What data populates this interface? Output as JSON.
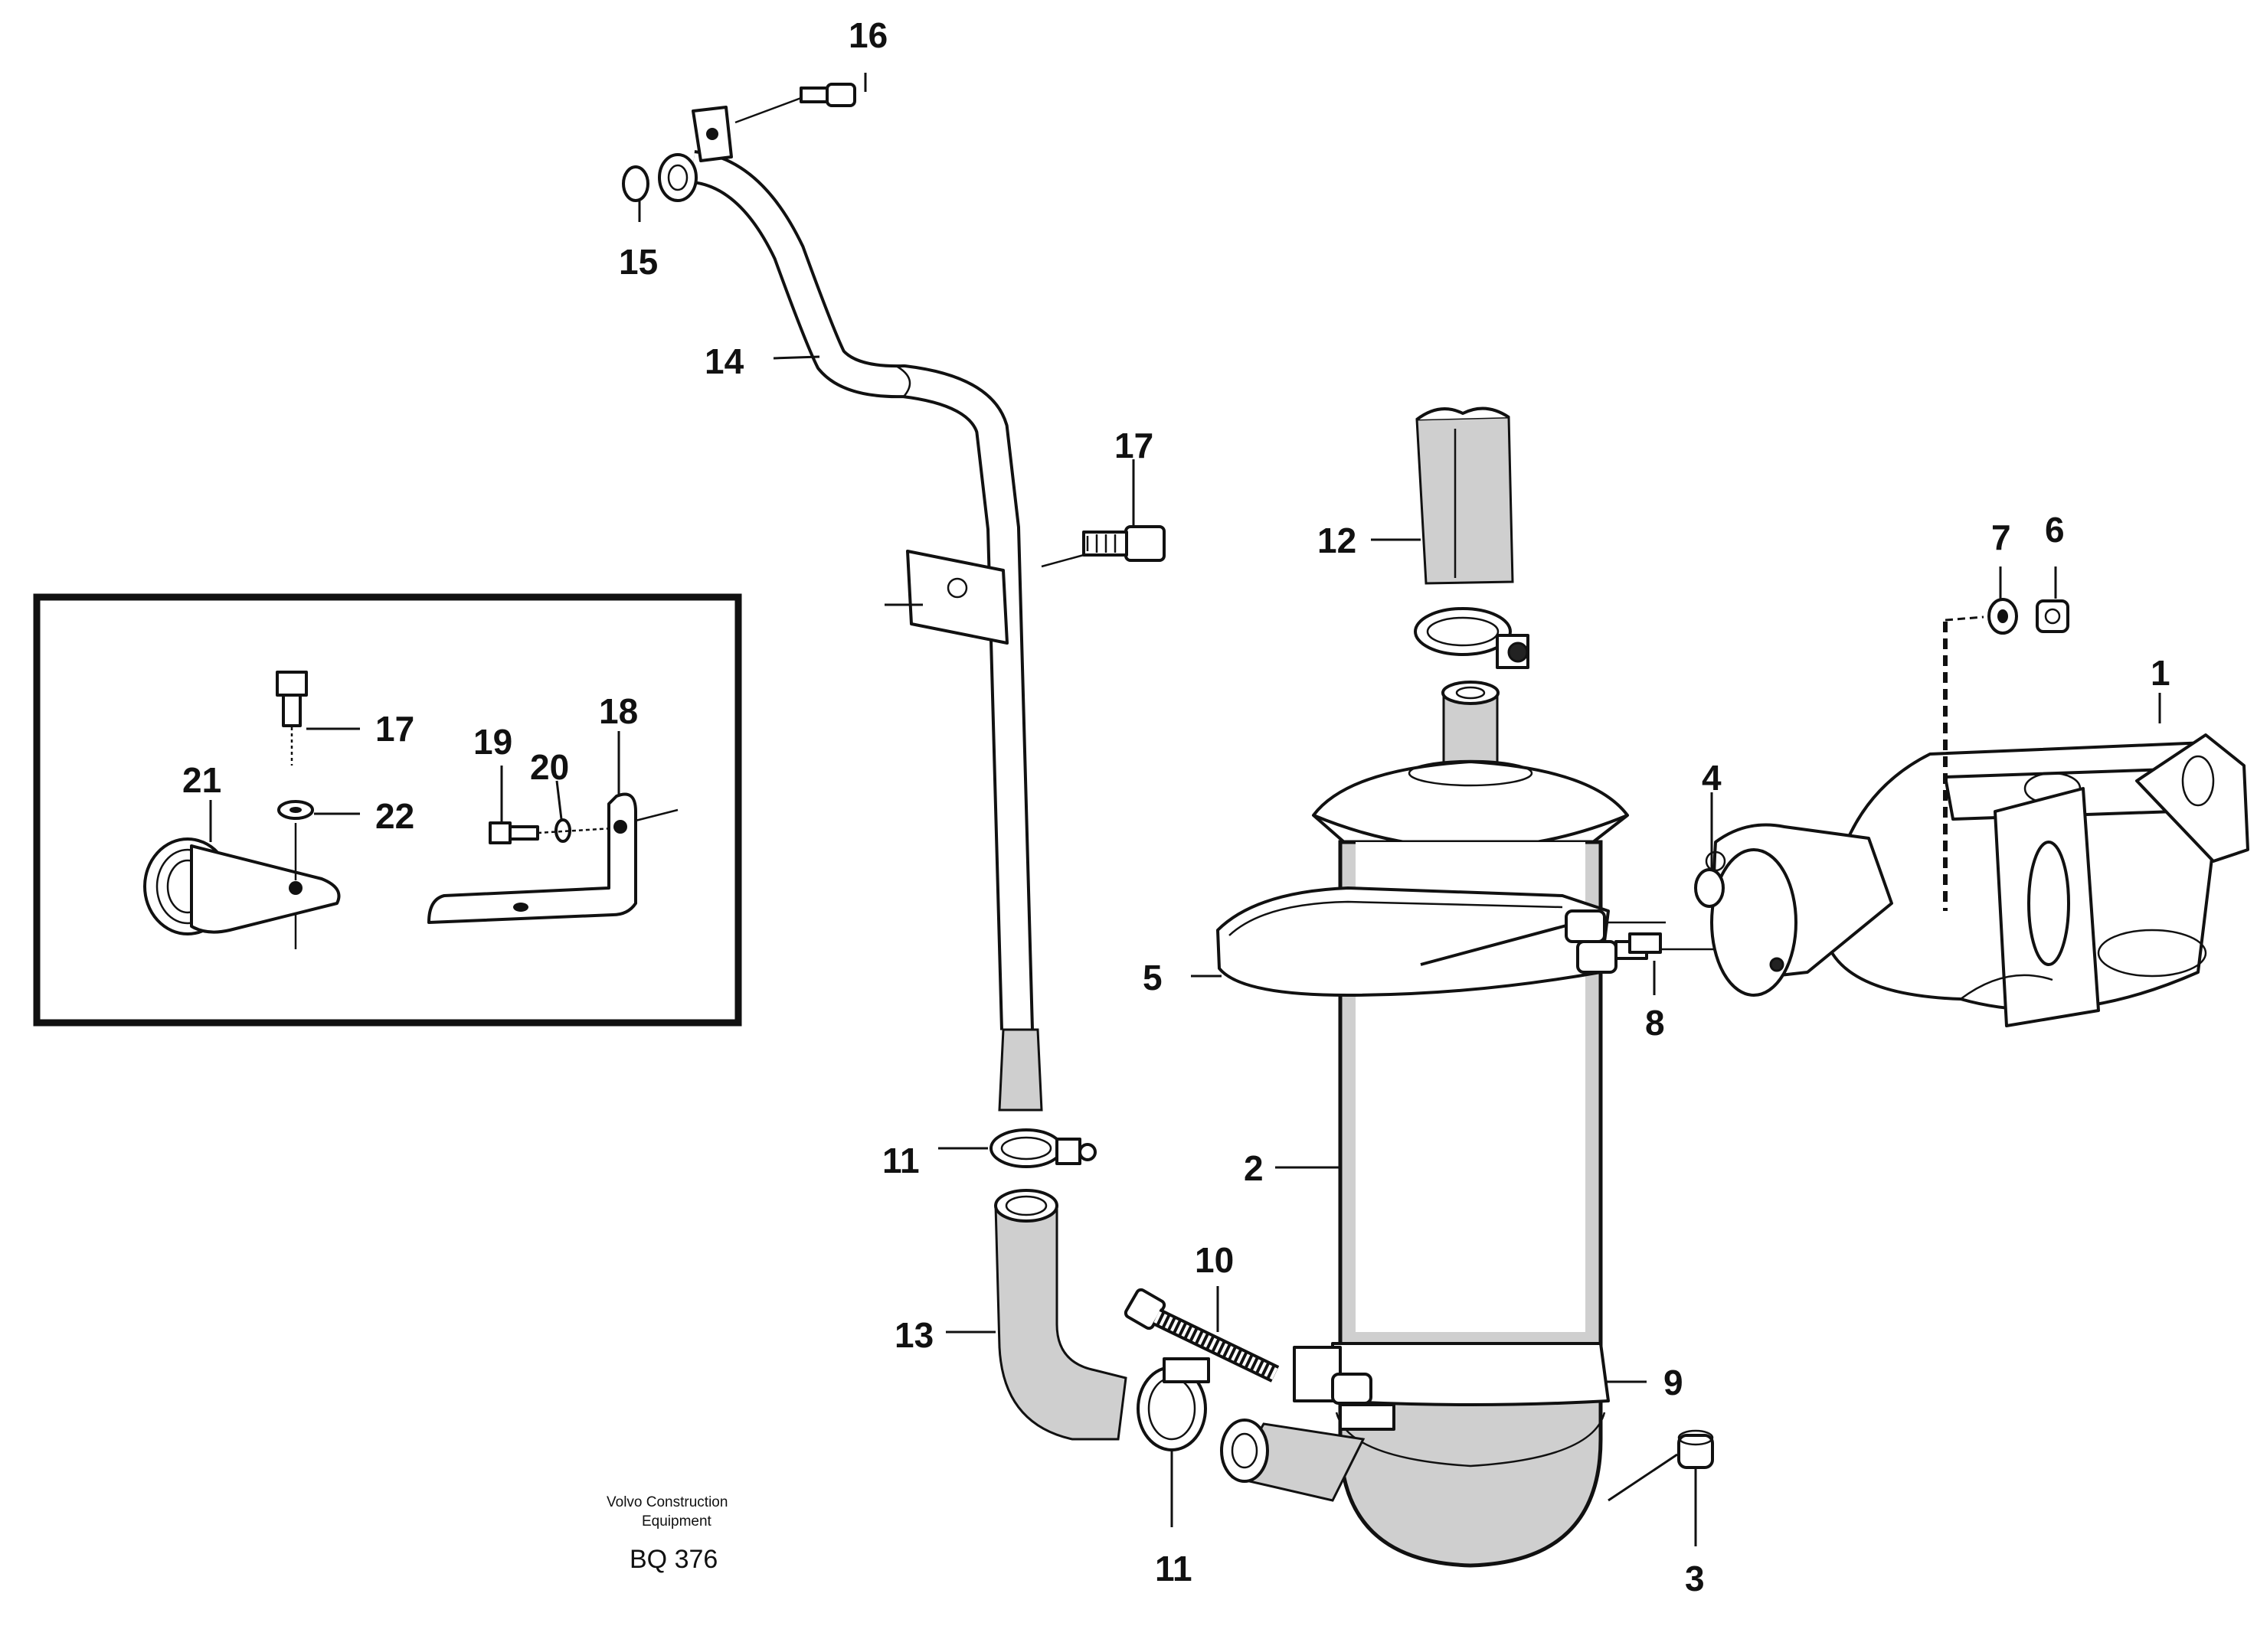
{
  "caption": {
    "company_line1": "Volvo Construction",
    "company_line2": "Equipment",
    "code": "BQ 376"
  },
  "callouts": {
    "c1": "1",
    "c2": "2",
    "c3": "3",
    "c4": "4",
    "c5": "5",
    "c6": "6",
    "c7": "7",
    "c8": "8",
    "c9": "9",
    "c10": "10",
    "c11a": "11",
    "c11b": "11",
    "c12": "12",
    "c13": "13",
    "c14": "14",
    "c15": "15",
    "c16": "16",
    "c17a": "17",
    "c17b": "17",
    "c18": "18",
    "c19": "19",
    "c20": "20",
    "c21": "21",
    "c22": "22"
  }
}
